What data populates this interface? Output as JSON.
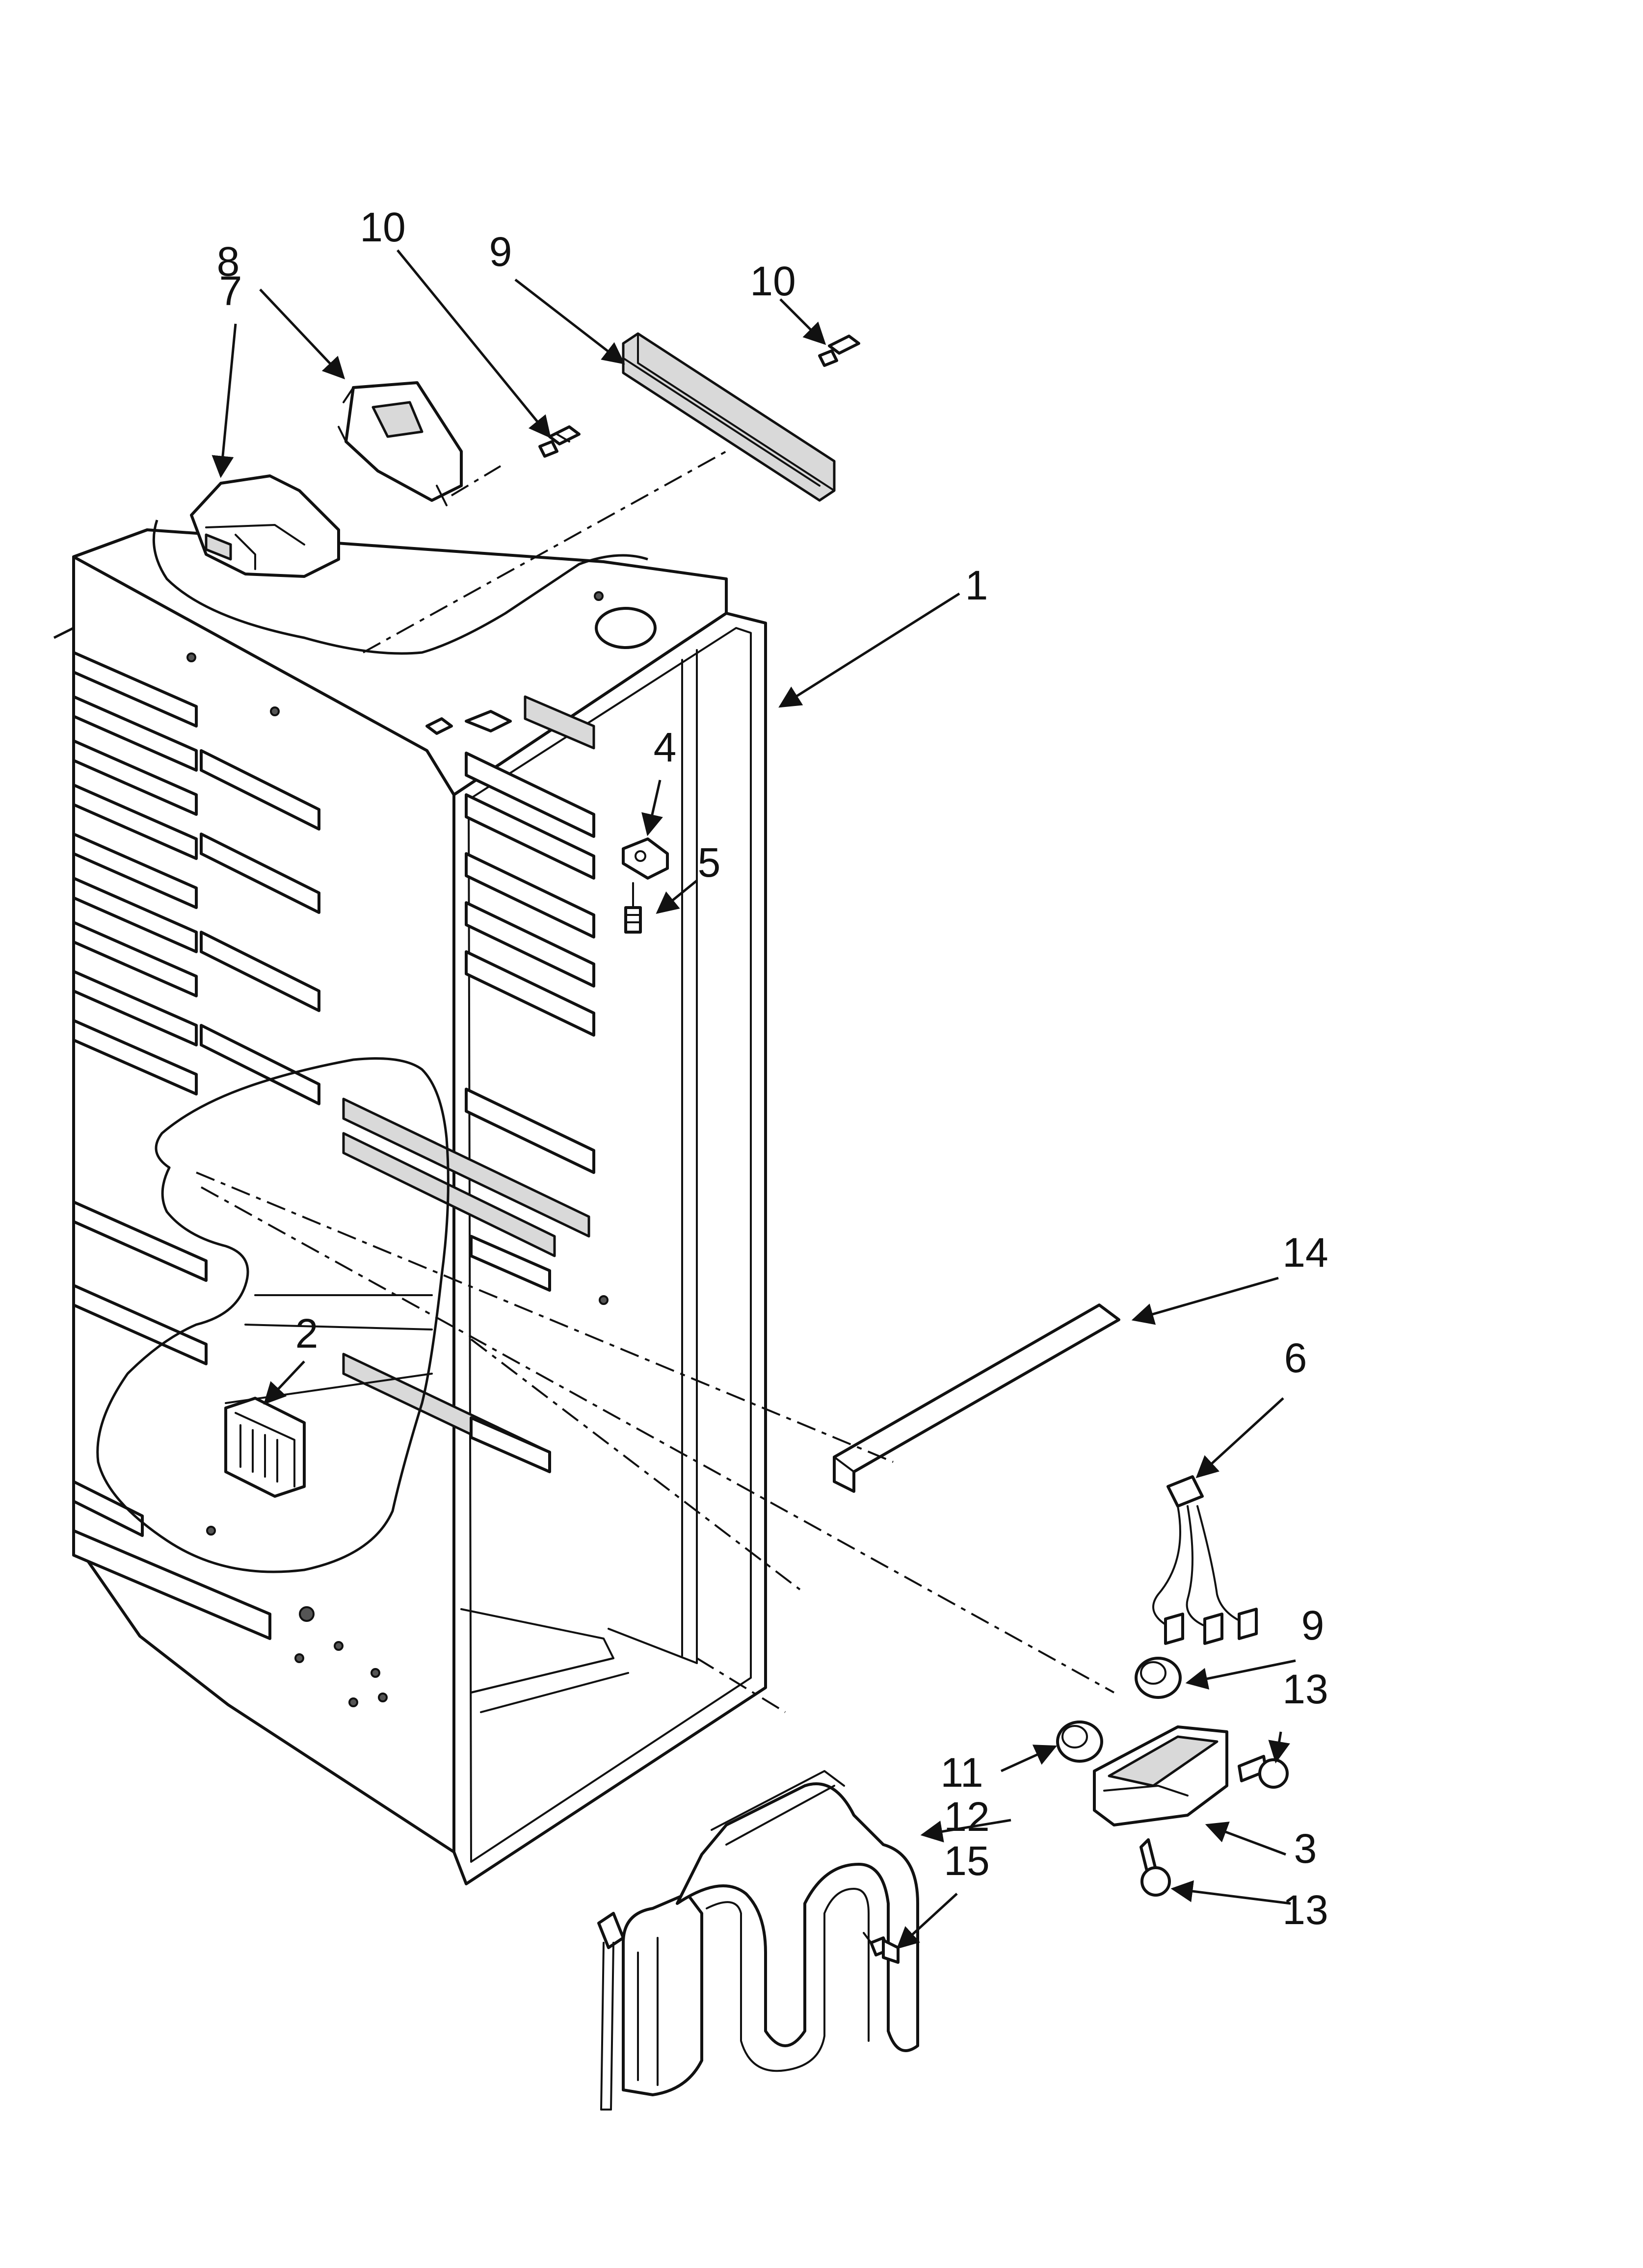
{
  "diagram": {
    "callouts": {
      "c1": "1",
      "c2": "2",
      "c3": "3",
      "c4": "4",
      "c5": "5",
      "c6": "6",
      "c7": "7",
      "c8": "8",
      "c9_top": "9",
      "c9_right": "9",
      "c10_left": "10",
      "c10_right": "10",
      "c11": "11",
      "c12": "12",
      "c13_top": "13",
      "c13_bottom": "13",
      "c14": "14",
      "c15": "15"
    }
  }
}
